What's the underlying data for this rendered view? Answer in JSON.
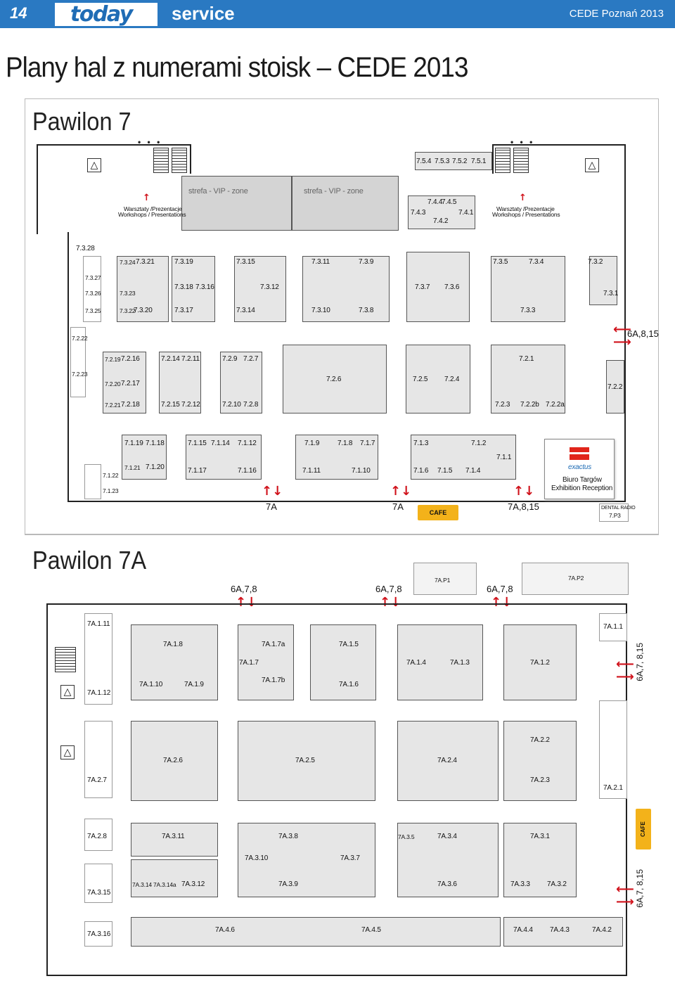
{
  "header": {
    "page_number": "14",
    "logo": "today",
    "section": "service",
    "edition": "CEDE Poznań 2013"
  },
  "title": "Plany hal z numerami stoisk – CEDE 2013",
  "colors": {
    "header_blue": "#2a79c2",
    "exit_red": "#d0121b",
    "cafe_yellow": "#f3b21a",
    "booth_gray": "#e6e6e6"
  },
  "pav7": {
    "title": "Pawilon 7",
    "top_row": [
      "7.5.4",
      "7.5.3",
      "7.5.2",
      "7.5.1"
    ],
    "vip_zone_1": "strefa - VIP - zone",
    "vip_zone_2": "strefa - VIP - zone",
    "workshops_left_1": "Warsztaty /Prezentacje",
    "workshops_left_2": "Workshops / Presentations",
    "workshops_right_1": "Warsztaty /Prezentacje",
    "workshops_right_2": "Workshops / Presentations",
    "row4": {
      "a": "7.4.4",
      "b": "7.4.5",
      "c": "7.4.3",
      "d": "7.4.1",
      "e": "7.4.2"
    },
    "row3": {
      "s28": "7.3.28",
      "s27": "7.3.27",
      "s26": "7.3.26",
      "s25": "7.3.25",
      "s24": "7.3.24",
      "s21": "7.3.21",
      "s23": "7.3.23",
      "s22": "7.3.22",
      "s20": "7.3.20",
      "s19": "7.3.19",
      "s18": "7.3.18",
      "s16": "7.3.16",
      "s17": "7.3.17",
      "s15": "7.3.15",
      "s12": "7.3.12",
      "s14": "7.3.14",
      "s11": "7.3.11",
      "s9": "7.3.9",
      "s10": "7.3.10",
      "s8": "7.3.8",
      "s7": "7.3.7",
      "s6": "7.3.6",
      "s5": "7.3.5",
      "s4": "7.3.4",
      "s3": "7.3.3",
      "s2": "7.3.2",
      "s1": "7.3.1"
    },
    "row2": {
      "s22": "7.2.22",
      "s23": "7.2.23",
      "s19": "7.2.19",
      "s16": "7.2.16",
      "s20": "7.2.20",
      "s17": "7.2.17",
      "s21": "7.2.21",
      "s18": "7.2.18",
      "s14": "7.2.14",
      "s11": "7.2.11",
      "s15": "7.2.15",
      "s12": "7.2.12",
      "s9": "7.2.9",
      "s7": "7.2.7",
      "s10": "7.2.10",
      "s8": "7.2.8",
      "s6": "7.2.6",
      "s5": "7.2.5",
      "s4": "7.2.4",
      "s1": "7.2.1",
      "s3": "7.2.3",
      "s2b": "7.2.2b",
      "s2a": "7.2.2a",
      "s2": "7.2.2"
    },
    "row1": {
      "s19": "7.1.19",
      "s18": "7.1.18",
      "s21": "7.1.21",
      "s20": "7.1.20",
      "s22": "7.1.22",
      "s23": "7.1.23",
      "s15": "7.1.15",
      "s14": "7.1.14",
      "s12": "7.1.12",
      "s17": "7.1.17",
      "s16": "7.1.16",
      "s9": "7.1.9",
      "s8": "7.1.8",
      "s7": "7.1.7",
      "s11": "7.1.11",
      "s10": "7.1.10",
      "s3": "7.1.3",
      "s2": "7.1.2",
      "s1": "7.1.1",
      "s6": "7.1.6",
      "s5": "7.1.5",
      "s4": "7.1.4"
    },
    "exit_right": "6A,8,15",
    "exit_a": "7A",
    "exit_b": "7A",
    "exit_c": "7A,8,15",
    "cafe": "CAFE",
    "office_brand": "exactus",
    "office_1": "Biuro Targów",
    "office_2": "Exhibition Reception",
    "dental_1": "DENTAL RADIO",
    "dental_2": "7.P3"
  },
  "pav7a": {
    "title": "Pawilon 7A",
    "exit_top_1": "6A,7,8",
    "exit_top_2": "6A,7,8",
    "exit_top_3": "6A,7,8",
    "p1": "7A.P1",
    "p2": "7A.P2",
    "exit_side_1": "6A,7, 8,15",
    "exit_side_2": "6A,7, 8,15",
    "cafe": "CAFE",
    "row1": {
      "s11": "7A.1.11",
      "s12": "7A.1.12",
      "s8": "7A.1.8",
      "s10": "7A.1.10",
      "s9": "7A.1.9",
      "s7a": "7A.1.7a",
      "s7": "7A.1.7",
      "s7b": "7A.1.7b",
      "s5": "7A.1.5",
      "s6": "7A.1.6",
      "s4": "7A.1.4",
      "s3": "7A.1.3",
      "s2": "7A.1.2",
      "s1": "7A.1.1"
    },
    "row2": {
      "s6": "7A.2.6",
      "s5": "7A.2.5",
      "s4": "7A.2.4",
      "s2": "7A.2.2",
      "s7": "7A.2.7",
      "s3": "7A.2.3",
      "s1": "7A.2.1",
      "s8": "7A.2.8"
    },
    "row3": {
      "s11": "7A.3.11",
      "s8": "7A.3.8",
      "s10": "7A.3.10",
      "s7": "7A.3.7",
      "s35": "7A.3.5",
      "s4": "7A.3.4",
      "s1": "7A.3.1",
      "s15": "7A.3.15",
      "s14": "7A.3.14",
      "s14a": "7A.3.14a",
      "s12": "7A.3.12",
      "s9": "7A.3.9",
      "s6": "7A.3.6",
      "s3": "7A.3.3",
      "s2": "7A.3.2",
      "s16": "7A.3.16"
    },
    "row4": {
      "s6": "7A.4.6",
      "s5": "7A.4.5",
      "s4": "7A.4.4",
      "s3": "7A.4.3",
      "s2": "7A.4.2"
    }
  }
}
